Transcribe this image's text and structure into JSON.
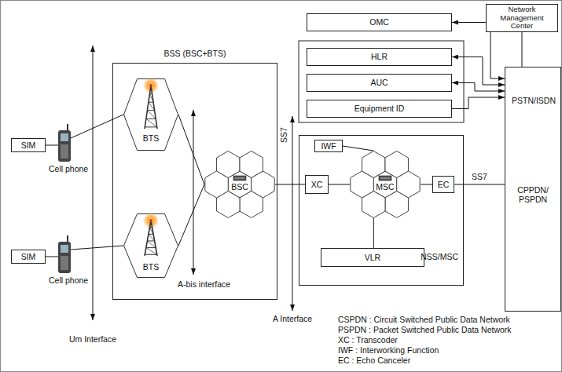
{
  "diagram": {
    "nodes": [
      {
        "text": [
          "Network Management Center"
        ]
      },
      {
        "text": [
          "OMC"
        ]
      },
      {
        "text": [
          "HLR"
        ]
      },
      {
        "text": [
          "AUC"
        ]
      },
      {
        "text": [
          "Equipment ID"
        ]
      },
      {
        "text": [
          "PSTN/ISDN",
          "CPPDN/ PSPDN"
        ]
      },
      {
        "text": [
          "BSS (BSC+BTS)"
        ]
      },
      {
        "text": [
          "SIM"
        ]
      },
      {
        "text": [
          "BTS"
        ],
        "in": 6
      },
      {
        "text": [
          "BSC"
        ],
        "in": 6
      },
      {
        "text": [
          "SIM"
        ]
      },
      {
        "text": [
          "BTS"
        ],
        "in": 6
      },
      {
        "text": [
          "NSS/MSC"
        ]
      },
      {
        "text": [
          "IWF"
        ],
        "in": 12
      },
      {
        "text": [
          "XC"
        ],
        "in": 12
      },
      {
        "text": [
          "MSC"
        ],
        "in": 12
      },
      {
        "text": [
          "EC"
        ],
        "in": 12
      },
      {
        "text": [
          "VLR"
        ],
        "in": 12
      }
    ],
    "edges": [
      {
        "from": 0,
        "to": 5,
        "arrow": "none"
      },
      {
        "from": 1,
        "to": 5,
        "arrow": "both"
      },
      {
        "from": 2,
        "to": 5,
        "arrow": "both"
      },
      {
        "from": 3,
        "to": 5,
        "arrow": "both"
      },
      {
        "from": 4,
        "to": 5,
        "arrow": "to"
      },
      {
        "from": 8,
        "to": 9,
        "arrow": "none"
      },
      {
        "from": 11,
        "to": 9,
        "arrow": "none"
      },
      {
        "from": 9,
        "to": 14,
        "arrow": "none"
      },
      {
        "from": 13,
        "to": 15,
        "arrow": "none"
      },
      {
        "from": 14,
        "to": 15,
        "arrow": "none"
      },
      {
        "from": 15,
        "to": 16,
        "arrow": "none"
      },
      {
        "from": 15,
        "to": 17,
        "arrow": "none"
      },
      {
        "from": 16,
        "to": 5,
        "label": "SS7",
        "arrow": "none"
      }
    ],
    "labels": [
      "Cell phone",
      "Cell phone",
      "SS7",
      "A-bis interface",
      "A Interface",
      "Um Interface",
      "CSPDN : Circuit Switched Public Data Network",
      "PSPDN : Packet Switched Public Data Network",
      "XC : Transcoder",
      "IWF : Interworking Function",
      "EC : Echo Canceler"
    ]
  }
}
